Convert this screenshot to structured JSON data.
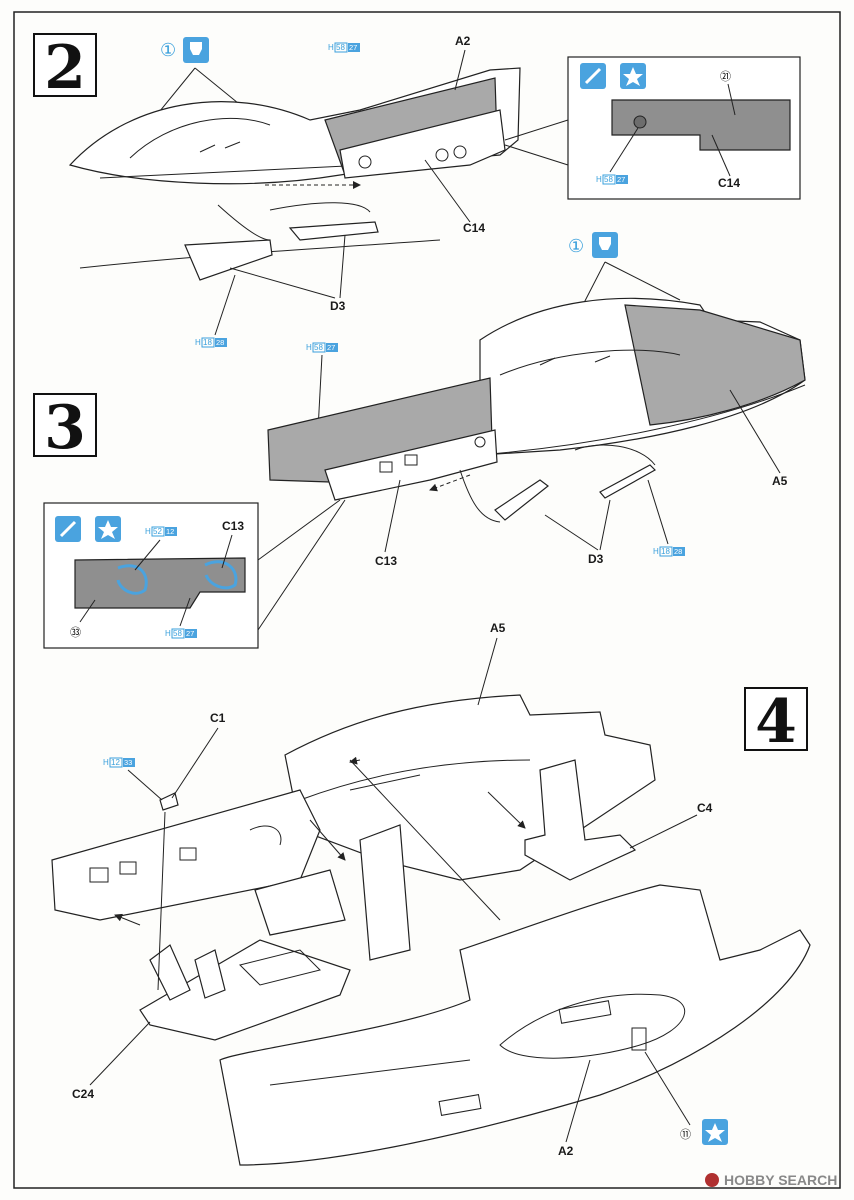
{
  "steps": [
    "2",
    "3",
    "4"
  ],
  "step2": {
    "parts": {
      "a2": "A2",
      "c14_main": "C14",
      "c14_detail": "C14",
      "d3": "D3"
    },
    "paint_h58_top": {
      "h": "H",
      "code": "58",
      "num": "27"
    },
    "paint_h18": {
      "h": "H",
      "code": "18",
      "num": "28"
    },
    "paint_detail": {
      "h": "H",
      "code": "58",
      "num": "27"
    },
    "cement_label": "①",
    "detail_decal": "㉑"
  },
  "step3": {
    "parts": {
      "a5": "A5",
      "c13_main": "C13",
      "c13_detail": "C13",
      "d3": "D3"
    },
    "paint_h58_top": {
      "h": "H",
      "code": "58",
      "num": "27"
    },
    "paint_h18": {
      "h": "H",
      "code": "18",
      "num": "28"
    },
    "paint_h52": {
      "h": "H",
      "code": "52",
      "num": "12"
    },
    "paint_h58_detail": {
      "h": "H",
      "code": "58",
      "num": "27"
    },
    "cement_label": "①",
    "detail_decal": "㉝"
  },
  "step4": {
    "parts": {
      "a5": "A5",
      "c1": "C1",
      "c4": "C4",
      "c24": "C24",
      "a2": "A2"
    },
    "paint_h12": {
      "h": "H",
      "code": "12",
      "num": "33"
    },
    "decal": "⑪"
  },
  "watermark": "HOBBY SEARCH",
  "colors": {
    "accent": "#3aa0dc",
    "gray_fill": "#a9a9a9",
    "ink": "#222222"
  },
  "icons": [
    "brush-icon",
    "star-icon",
    "cement-icon",
    "circle-icon"
  ]
}
